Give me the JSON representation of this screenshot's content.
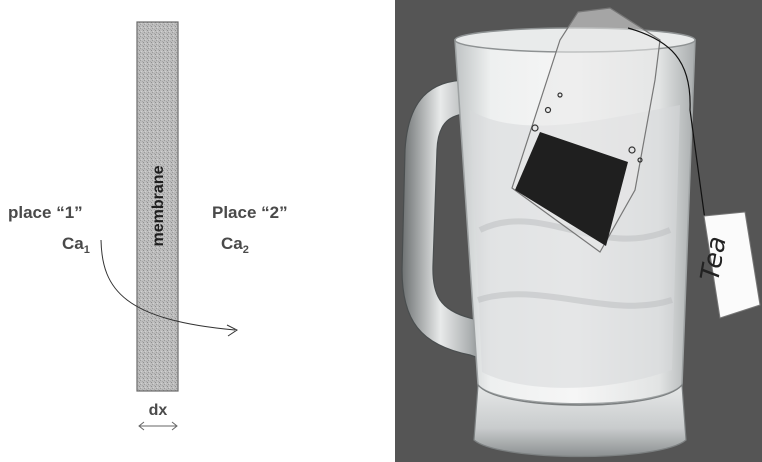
{
  "diagram": {
    "place1_label": "place “1”",
    "place2_label": "Place “2”",
    "ca1_base": "Ca",
    "ca1_sub": "1",
    "ca2_base": "Ca",
    "ca2_sub": "2",
    "membrane_label": "membrane",
    "thickness_label": "dx"
  },
  "photo": {
    "tea_tag_text": "Tea",
    "background_color": "#555555"
  }
}
